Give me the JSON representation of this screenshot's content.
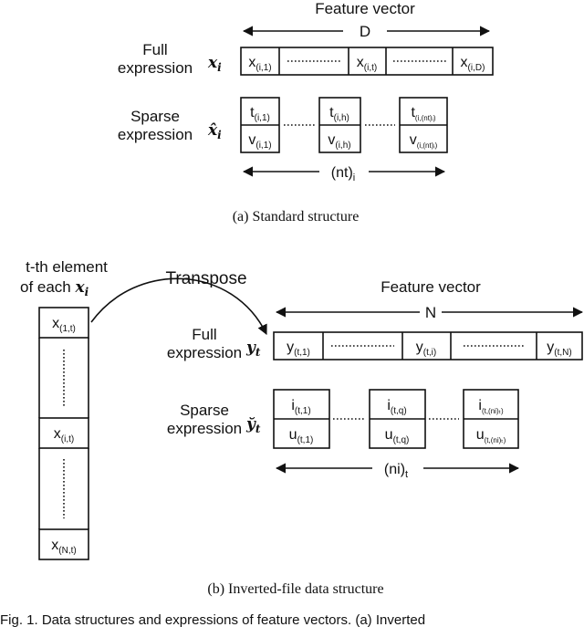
{
  "top": {
    "axis_title": "Feature vector",
    "axis_sym": "D",
    "full_label": [
      "Full",
      "expression"
    ],
    "full_sym": "x",
    "full_sym_sub": "i",
    "sparse_label": [
      "Sparse",
      "expression"
    ],
    "sparse_sym": "x̂",
    "sparse_sym_sub": "i",
    "full_cells": [
      {
        "b": "x",
        "s": "(i,1)"
      },
      {
        "b": "x",
        "s": "(i,t)"
      },
      {
        "b": "x",
        "s": "(i,D)"
      }
    ],
    "sparse_cells": [
      {
        "tb": "t",
        "ts": "(i,1)",
        "vb": "v",
        "vs": "(i,1)"
      },
      {
        "tb": "t",
        "ts": "(i,h)",
        "vb": "v",
        "vs": "(i,h)"
      },
      {
        "tb": "t",
        "ts": "(i,(nt)ᵢ)",
        "vb": "v",
        "vs": "(i,(nt)ᵢ)"
      }
    ],
    "count_b": "(nt)",
    "count_s": "i",
    "caption": "(a)  Standard structure"
  },
  "bottom": {
    "col_title": [
      "t-th element",
      "of each "
    ],
    "col_sym": "x",
    "col_sym_sub": "i",
    "col_cells": [
      {
        "b": "x",
        "s": "(1,t)"
      },
      {
        "b": "x",
        "s": "(i,t)"
      },
      {
        "b": "x",
        "s": "(N,t)"
      }
    ],
    "transpose": "Transpose",
    "axis_title": "Feature vector",
    "axis_sym": "N",
    "full_label": [
      "Full",
      "expression"
    ],
    "full_sym": "y",
    "full_sym_sub": "t",
    "sparse_label": [
      "Sparse",
      "expression"
    ],
    "sparse_sym": "y̆",
    "sparse_sym_sub": "t",
    "full_cells": [
      {
        "b": "y",
        "s": "(t,1)"
      },
      {
        "b": "y",
        "s": "(t,i)"
      },
      {
        "b": "y",
        "s": "(t,N)"
      }
    ],
    "sparse_cells": [
      {
        "tb": "i",
        "ts": "(t,1)",
        "vb": "u",
        "vs": "(t,1)"
      },
      {
        "tb": "i",
        "ts": "(t,q)",
        "vb": "u",
        "vs": "(t,q)"
      },
      {
        "tb": "i",
        "ts": "(t,(ni)ₜ)",
        "vb": "u",
        "vs": "(t,(ni)ₜ)"
      }
    ],
    "count_b": "(ni)",
    "count_s": "t",
    "caption": "(b)  Inverted-file data structure"
  },
  "footer_text": "Fig. 1. Data structures and expressions of feature vectors. (a) Inverted"
}
